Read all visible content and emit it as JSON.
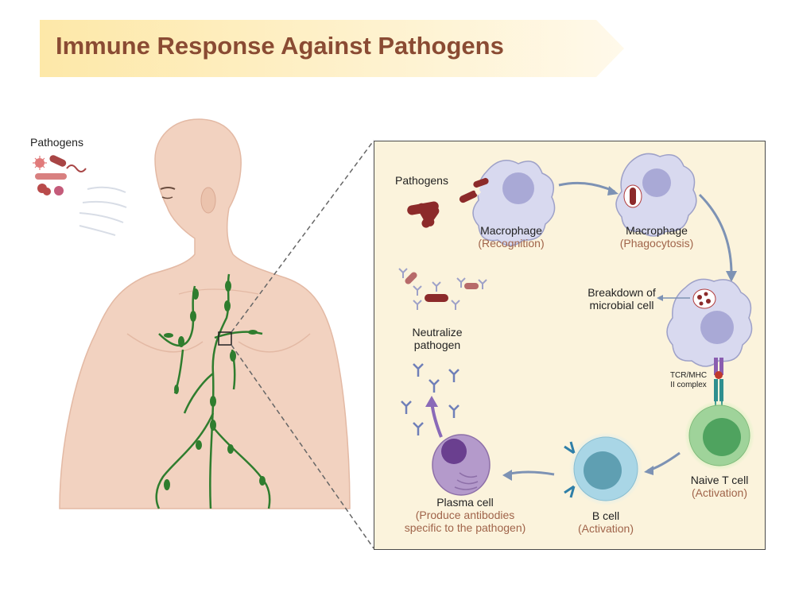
{
  "title": "Immune Response Against Pathogens",
  "left_label": "Pathogens",
  "panel": {
    "pathogens_label": "Pathogens",
    "macrophage_recognition": {
      "name": "Macrophage",
      "stage": "(Recognition)"
    },
    "macrophage_phagocytosis": {
      "name": "Macrophage",
      "stage": "(Phagocytosis)"
    },
    "breakdown": {
      "line1": "Breakdown of",
      "line2": "microbial cell"
    },
    "tcr_mhc": {
      "line1": "TCR/MHC",
      "line2": "II complex"
    },
    "naive_t": {
      "name": "Naive T cell",
      "stage": "(Activation)"
    },
    "b_cell": {
      "name": "B cell",
      "stage": "(Activation)"
    },
    "plasma": {
      "name": "Plasma cell",
      "stage1": "(Produce antibodies",
      "stage2": "specific to the pathogen)"
    },
    "neutralize": {
      "line1": "Neutralize",
      "line2": "pathogen"
    }
  },
  "colors": {
    "title": "#8a4b33",
    "stage_text": "#a0644a",
    "banner": "#fdf0c8",
    "panel_bg": "#fbf3dc",
    "lymph": "#2f7d2e",
    "skin": "#f2d2c0",
    "macrophage": "#d8d9ef",
    "nucleus": "#a9a9d6",
    "t_cell": "#9fd39a",
    "b_cell": "#a9d6e6",
    "plasma": "#b49acb",
    "antibody": "#6f7fb8",
    "pathogen": "#8c2a2a",
    "arrow": "#7d92b4"
  }
}
